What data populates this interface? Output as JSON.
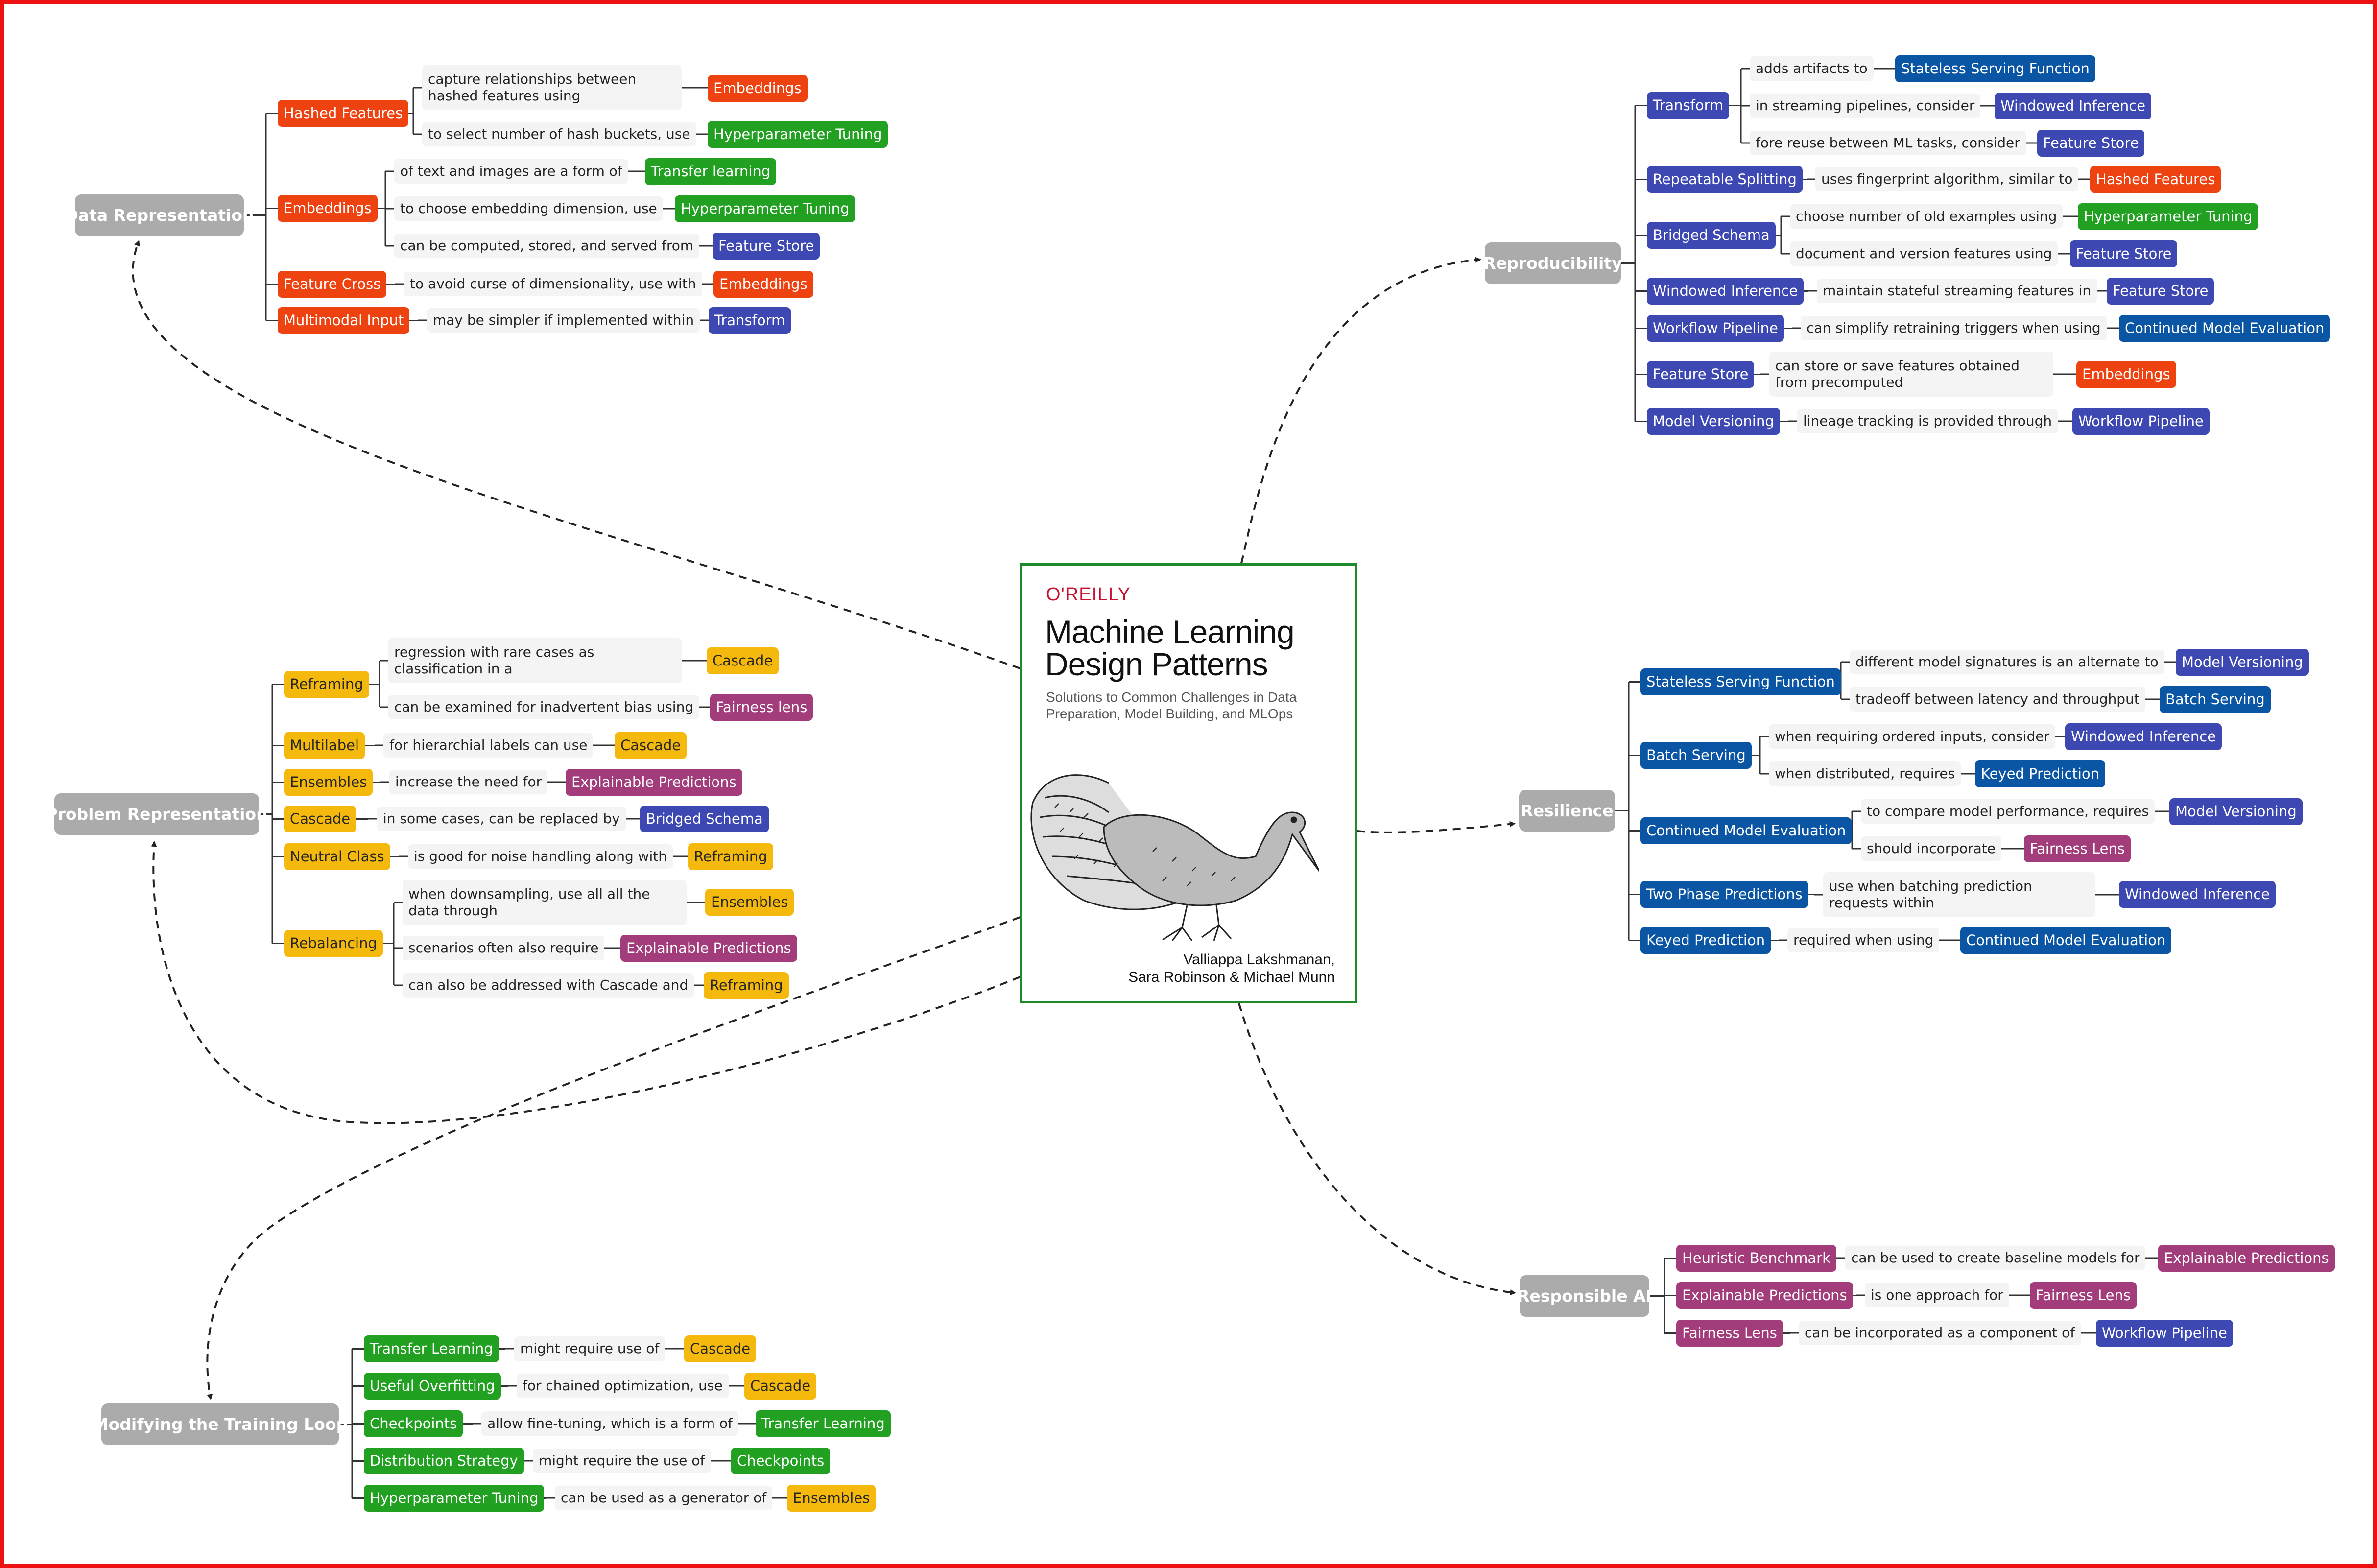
{
  "book": {
    "publisher": "O'REILLY",
    "title": "Machine Learning Design Patterns",
    "subtitle": "Solutions to Common Challenges in Data Preparation, Model Building, and MLOps",
    "authors": [
      "Valliappa Lakshmanan,",
      "Sara Robinson & Michael Munn"
    ]
  },
  "colors": {
    "data_representation": "#ee4211",
    "problem_representation": "#f4b90c",
    "modifying_training_loop": "#22a022",
    "reproducibility": "#3d48b2",
    "resilience": "#0a55a4",
    "responsible_ai": "#a23c7b",
    "category": "#ababab",
    "frame": "#ee1111",
    "book_border": "#1e8a2c"
  },
  "categories": {
    "data_representation": "Data Representation",
    "problem_representation": "Problem Representation",
    "modifying_training_loop": "Modifying the Training Loop",
    "reproducibility": "Reproducibility",
    "resilience": "Resilience",
    "responsible_ai": "Responsible AI"
  },
  "data_representation": {
    "hashed_features": {
      "label": "Hashed Features",
      "rel1": {
        "text": "capture relationships between hashed features using",
        "target": "Embeddings"
      },
      "rel2": {
        "text": "to select number of hash buckets, use",
        "target": "Hyperparameter Tuning"
      }
    },
    "embeddings": {
      "label": "Embeddings",
      "rel1": {
        "text": "of text and images are a form of",
        "target": "Transfer learning"
      },
      "rel2": {
        "text": "to choose embedding dimension, use",
        "target": "Hyperparameter Tuning"
      },
      "rel3": {
        "text": "can be computed, stored, and served from",
        "target": "Feature Store"
      }
    },
    "feature_cross": {
      "label": "Feature Cross",
      "rel1": {
        "text": "to avoid curse of dimensionality, use with",
        "target": "Embeddings"
      }
    },
    "multimodal_input": {
      "label": "Multimodal Input",
      "rel1": {
        "text": "may be simpler if implemented within",
        "target": "Transform"
      }
    }
  },
  "problem_representation": {
    "reframing": {
      "label": "Reframing",
      "rel1": {
        "text": "regression with rare cases as classification in a",
        "target": "Cascade"
      },
      "rel2": {
        "text": "can be examined for inadvertent bias using",
        "target": "Fairness lens"
      }
    },
    "multilabel": {
      "label": "Multilabel",
      "rel1": {
        "text": "for hierarchial labels can use",
        "target": "Cascade"
      }
    },
    "ensembles": {
      "label": "Ensembles",
      "rel1": {
        "text": "increase the need for",
        "target": "Explainable Predictions"
      }
    },
    "cascade": {
      "label": "Cascade",
      "rel1": {
        "text": "in some cases, can be replaced by",
        "target": "Bridged Schema"
      }
    },
    "neutral_class": {
      "label": "Neutral Class",
      "rel1": {
        "text": "is good for noise handling along with",
        "target": "Reframing"
      }
    },
    "rebalancing": {
      "label": "Rebalancing",
      "rel1": {
        "text": "when downsampling, use all all the data through",
        "target": "Ensembles"
      },
      "rel2": {
        "text": "scenarios often also require",
        "target": "Explainable Predictions"
      },
      "rel3": {
        "text": "can also be addressed with Cascade and",
        "target": "Reframing"
      }
    }
  },
  "modifying_training_loop": {
    "transfer_learning": {
      "label": "Transfer Learning",
      "rel1": {
        "text": "might require use of",
        "target": "Cascade"
      }
    },
    "useful_overfitting": {
      "label": "Useful Overfitting",
      "rel1": {
        "text": "for chained optimization, use",
        "target": "Cascade"
      }
    },
    "checkpoints": {
      "label": "Checkpoints",
      "rel1": {
        "text": "allow fine-tuning, which is a form of",
        "target": "Transfer Learning"
      }
    },
    "distribution_strategy": {
      "label": "Distribution Strategy",
      "rel1": {
        "text": "might require the use of",
        "target": "Checkpoints"
      }
    },
    "hyperparameter_tuning": {
      "label": "Hyperparameter Tuning",
      "rel1": {
        "text": "can be used as a generator of",
        "target": "Ensembles"
      }
    }
  },
  "reproducibility": {
    "transform": {
      "label": "Transform",
      "rel1": {
        "text": "adds artifacts to",
        "target": "Stateless Serving Function"
      },
      "rel2": {
        "text": "in streaming pipelines, consider",
        "target": "Windowed Inference"
      },
      "rel3": {
        "text": "fore reuse between ML tasks, consider",
        "target": "Feature Store"
      }
    },
    "repeatable_splitting": {
      "label": "Repeatable Splitting",
      "rel1": {
        "text": "uses fingerprint algorithm, similar to",
        "target": "Hashed Features"
      }
    },
    "bridged_schema": {
      "label": "Bridged Schema",
      "rel1": {
        "text": "choose number of old examples using",
        "target": "Hyperparameter Tuning"
      },
      "rel2": {
        "text": "document and version features using",
        "target": "Feature Store"
      }
    },
    "windowed_inference": {
      "label": "Windowed Inference",
      "rel1": {
        "text": "maintain stateful streaming features in",
        "target": "Feature Store"
      }
    },
    "workflow_pipeline": {
      "label": "Workflow Pipeline",
      "rel1": {
        "text": "can simplify retraining triggers when using",
        "target": "Continued Model Evaluation"
      }
    },
    "feature_store": {
      "label": "Feature Store",
      "rel1": {
        "text": "can store or save features obtained from precomputed",
        "target": "Embeddings"
      }
    },
    "model_versioning": {
      "label": "Model Versioning",
      "rel1": {
        "text": "lineage tracking is provided through",
        "target": "Workflow Pipeline"
      }
    }
  },
  "resilience": {
    "stateless_serving_function": {
      "label": "Stateless Serving Function",
      "rel1": {
        "text": "different model signatures is an alternate to",
        "target": "Model Versioning"
      },
      "rel2": {
        "text": "tradeoff between latency and throughput",
        "target": "Batch Serving"
      }
    },
    "batch_serving": {
      "label": "Batch Serving",
      "rel1": {
        "text": "when requiring ordered inputs, consider",
        "target": "Windowed Inference"
      },
      "rel2": {
        "text": "when distributed, requires",
        "target": "Keyed Prediction"
      }
    },
    "continued_model_evaluation": {
      "label": "Continued Model Evaluation",
      "rel1": {
        "text": "to compare model performance, requires",
        "target": "Model Versioning"
      },
      "rel2": {
        "text": "should incorporate",
        "target": "Fairness Lens"
      }
    },
    "two_phase_predictions": {
      "label": "Two Phase Predictions",
      "rel1": {
        "text": "use when batching prediction requests within",
        "target": "Windowed Inference"
      }
    },
    "keyed_prediction": {
      "label": "Keyed Prediction",
      "rel1": {
        "text": "required when using",
        "target": "Continued Model Evaluation"
      }
    }
  },
  "responsible_ai": {
    "heuristic_benchmark": {
      "label": "Heuristic Benchmark",
      "rel1": {
        "text": "can be used to create baseline models for",
        "target": "Explainable Predictions"
      }
    },
    "explainable_predictions": {
      "label": "Explainable Predictions",
      "rel1": {
        "text": "is one approach for",
        "target": "Fairness Lens"
      }
    },
    "fairness_lens": {
      "label": "Fairness Lens",
      "rel1": {
        "text": "can be incorporated as a component of",
        "target": "Workflow Pipeline"
      }
    }
  }
}
